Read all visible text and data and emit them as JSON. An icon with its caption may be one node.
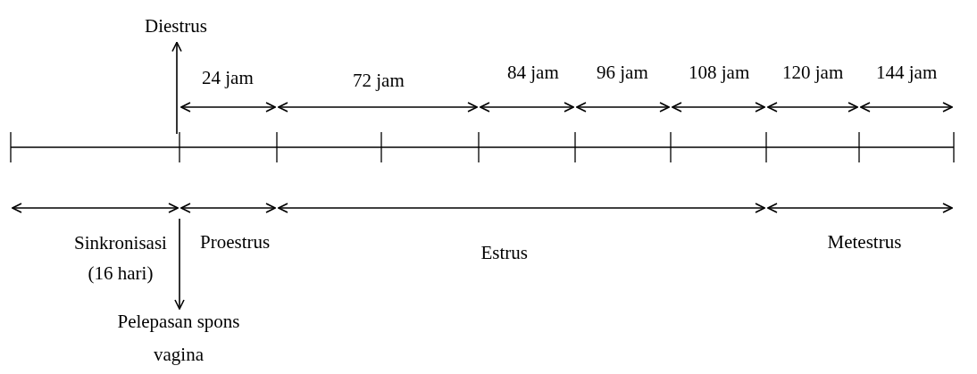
{
  "diagram": {
    "nodes": [
      {
        "text": [
          "Diestrus"
        ]
      },
      {
        "text": [
          "Pelepasan spons vagina"
        ]
      }
    ],
    "edges": [
      {
        "from": null,
        "to": 0,
        "arrow": "to"
      },
      {
        "from": null,
        "to": 1,
        "arrow": "to"
      }
    ],
    "labels": [
      "24 jam",
      "72 jam",
      "84 jam",
      "96 jam",
      "108 jam",
      "120 jam",
      "144 jam",
      "Sinkronisasi (16 hari)",
      "Proestrus",
      "Estrus",
      "Metestrus"
    ]
  }
}
